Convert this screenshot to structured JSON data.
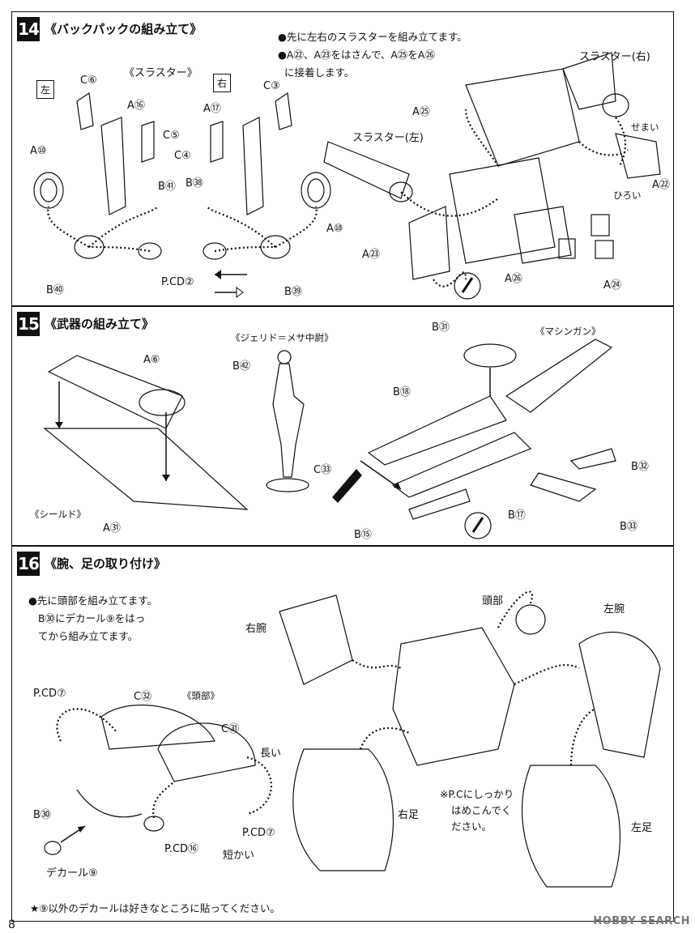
{
  "step14": {
    "number": "14",
    "title": "《バックパックの組み立て》",
    "notes": [
      "●先に左右のスラスターを組み立てます。",
      "●A㉒、A㉓をはさんで、A㉕をA㉖",
      "に接着します。"
    ],
    "thruster_heading": "《スラスター》",
    "left_box": "左",
    "right_box": "右",
    "labels": {
      "c6": "C⑥",
      "a16": "A⑯",
      "c5": "C⑤",
      "a10_left": "A⑩",
      "b41": "B㊶",
      "b40": "B㊵",
      "c3": "C③",
      "a17": "A⑰",
      "c4": "C④",
      "b38": "B㊳",
      "a10_right": "A⑩",
      "b39": "B㊴",
      "pcd2": "P.CD②",
      "thruster_right": "スラスター(右)",
      "thruster_left": "スラスター(左)",
      "a25": "A㉕",
      "a23": "A㉓",
      "a26": "A㉖",
      "a24": "A㉔",
      "a22": "A㉒",
      "narrow": "せまい",
      "wide": "ひろい"
    }
  },
  "step15": {
    "number": "15",
    "title": "《武器の組み立て》",
    "figure_heading": "《ジェリド＝メサ中尉》",
    "machinegun_heading": "《マシンガン》",
    "shield_heading": "《シールド》",
    "labels": {
      "a6": "A⑥",
      "a31": "A㉛",
      "b52": "B㊷",
      "c33": "C㉝",
      "b31": "B㉛",
      "b18": "B⑱",
      "b32": "B㉜",
      "b17": "B⑰",
      "b33": "B㉝",
      "b15": "B⑮"
    }
  },
  "step16": {
    "number": "16",
    "title": "《腕、足の取り付け》",
    "notes": [
      "●先に頭部を組み立てます。",
      "B㉚にデカール⑨をはっ",
      "てから組み立てます。"
    ],
    "head_heading": "《頭部》",
    "labels": {
      "pcd7_top": "P.CD⑦",
      "c32": "C㉜",
      "c31": "C㉛",
      "long": "長い",
      "b30": "B㉚",
      "decal9": "デカール⑨",
      "pcd16": "P.CD⑯",
      "short": "短かい",
      "pcd7_bottom": "P.CD⑦",
      "head": "頭部",
      "right_arm": "右腕",
      "left_arm": "左腕",
      "right_leg": "右足",
      "left_leg": "左足"
    },
    "pc_note": [
      "※P.Cにしっかり",
      "はめこんでく",
      "ださい。"
    ],
    "footer_note": "★⑨以外のデカールは好きなところに貼ってください。"
  },
  "page_number": "8",
  "watermark": "HOBBY SEARCH"
}
